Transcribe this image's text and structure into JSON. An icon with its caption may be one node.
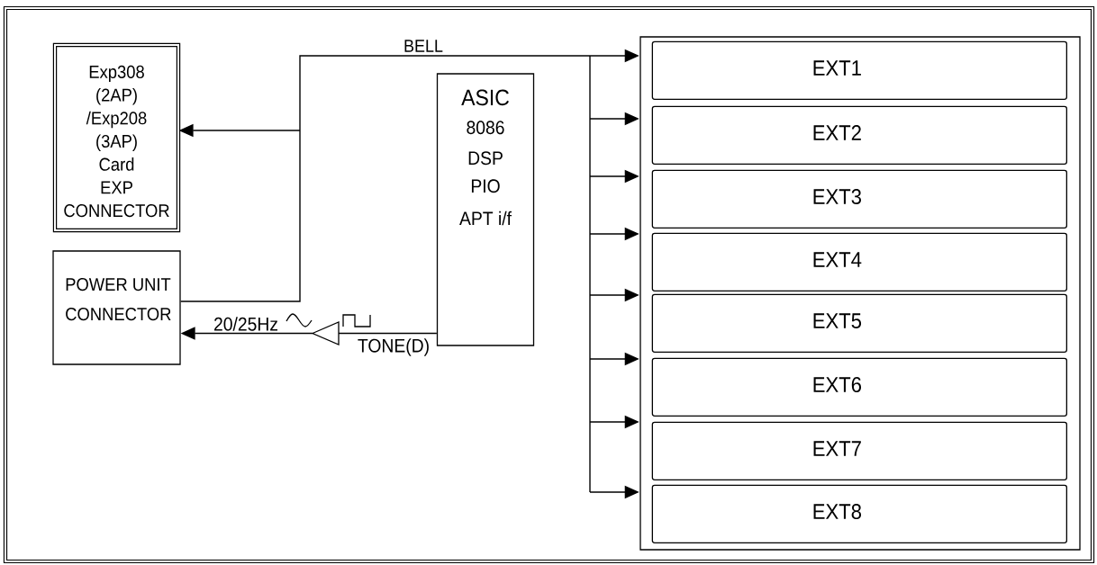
{
  "diagram": {
    "nodes": [
      {
        "text": [
          "Exp308 (2AP) /Exp208 (3AP) Card EXP CONNECTOR"
        ]
      },
      {
        "text": [
          "POWER UNIT CONNECTOR"
        ]
      },
      {
        "text": [
          "ASIC",
          "8086",
          "DSP",
          "PIO",
          "APT i/f"
        ]
      },
      {
        "text": [],
        "shape": "triangle"
      },
      {
        "text": [],
        "shape": "box"
      },
      {
        "text": [
          "EXT1"
        ],
        "in": 4
      },
      {
        "text": [
          "EXT2"
        ],
        "in": 4
      },
      {
        "text": [
          "EXT3"
        ],
        "in": 4
      },
      {
        "text": [
          "EXT4"
        ],
        "in": 4
      },
      {
        "text": [
          "EXT5"
        ],
        "in": 4
      },
      {
        "text": [
          "EXT6"
        ],
        "in": 4
      },
      {
        "text": [
          "EXT7"
        ],
        "in": 4
      },
      {
        "text": [
          "EXT8"
        ],
        "in": 4
      }
    ],
    "edges": [
      {
        "from": 1,
        "to": 0,
        "arrow": "to"
      },
      {
        "from": 1,
        "to": 5,
        "arrow": "to",
        "label": "BELL"
      },
      {
        "from": 1,
        "to": 6,
        "arrow": "to"
      },
      {
        "from": 1,
        "to": 7,
        "arrow": "to"
      },
      {
        "from": 1,
        "to": 8,
        "arrow": "to"
      },
      {
        "from": 1,
        "to": 9,
        "arrow": "to"
      },
      {
        "from": 1,
        "to": 10,
        "arrow": "to"
      },
      {
        "from": 1,
        "to": 11,
        "arrow": "to"
      },
      {
        "from": 1,
        "to": 12,
        "arrow": "to"
      },
      {
        "from": 2,
        "to": 3,
        "arrow": "none",
        "label": "TONE(D)"
      },
      {
        "from": 3,
        "to": 1,
        "arrow": "to",
        "label": "20/25Hz"
      }
    ]
  }
}
